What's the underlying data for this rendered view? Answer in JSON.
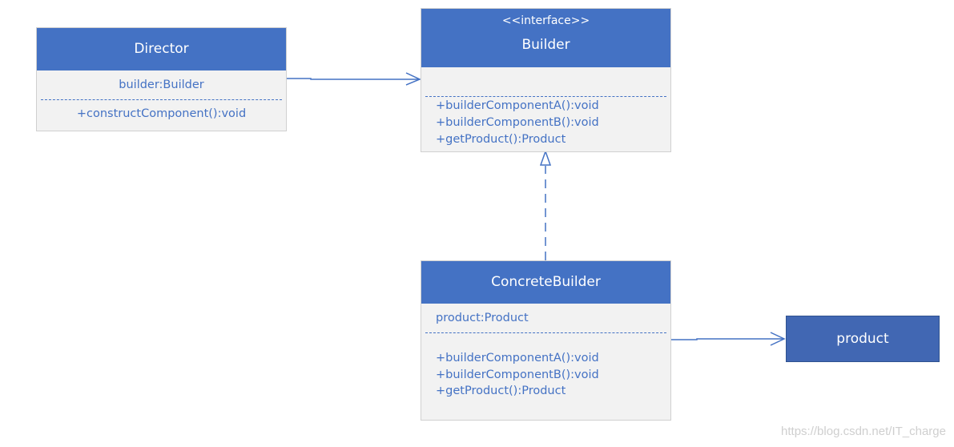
{
  "director": {
    "name": "Director",
    "attribute": "builder:Builder",
    "method": "+constructComponent():void"
  },
  "builder": {
    "stereotype": "<<interface>>",
    "name": "Builder",
    "methods": [
      "+builderComponentA():void",
      "+builderComponentB():void",
      "+getProduct():Product"
    ]
  },
  "concrete_builder": {
    "name": "ConcreteBuilder",
    "attribute": "product:Product",
    "methods": [
      "+builderComponentA():void",
      "+builderComponentB():void",
      "+getProduct():Product"
    ]
  },
  "product": {
    "name": "product"
  },
  "watermark": "https://blog.csdn.net/IT_charge",
  "colors": {
    "header": "#4472c4",
    "body": "#f2f2f2",
    "text": "#4472c4",
    "product": "#4167b3"
  }
}
